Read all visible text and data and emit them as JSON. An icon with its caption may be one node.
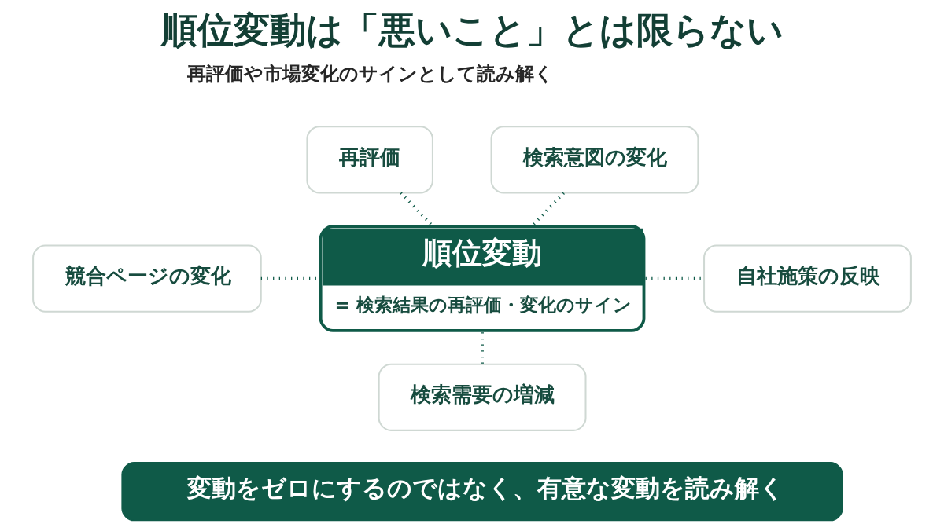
{
  "diagram": {
    "title": "順位変動は「悪いこと」とは限らない",
    "nodes": [
      {
        "text": [
          "再評価"
        ]
      },
      {
        "text": [
          "検索意図の変化"
        ]
      },
      {
        "text": [
          "順位変動",
          "= 検索結果の再評価・変化のサイン"
        ]
      },
      {
        "text": [
          "競合ページの変化"
        ]
      },
      {
        "text": [
          "自社施策の反映"
        ]
      },
      {
        "text": [
          "検索需要の増減"
        ]
      },
      {
        "text": [
          "変動をゼロにするのではなく、有意な変動を読み解く"
        ]
      }
    ],
    "edges": [
      {
        "from": 0,
        "to": 2,
        "arrow": "none"
      },
      {
        "from": 1,
        "to": 2,
        "arrow": "none"
      },
      {
        "from": 3,
        "to": 2,
        "arrow": "none"
      },
      {
        "from": 2,
        "to": 4,
        "arrow": "none"
      },
      {
        "from": 2,
        "to": 5,
        "arrow": "none"
      }
    ],
    "labels": [
      "再評価や市場変化のサインとして読み解く"
    ]
  }
}
